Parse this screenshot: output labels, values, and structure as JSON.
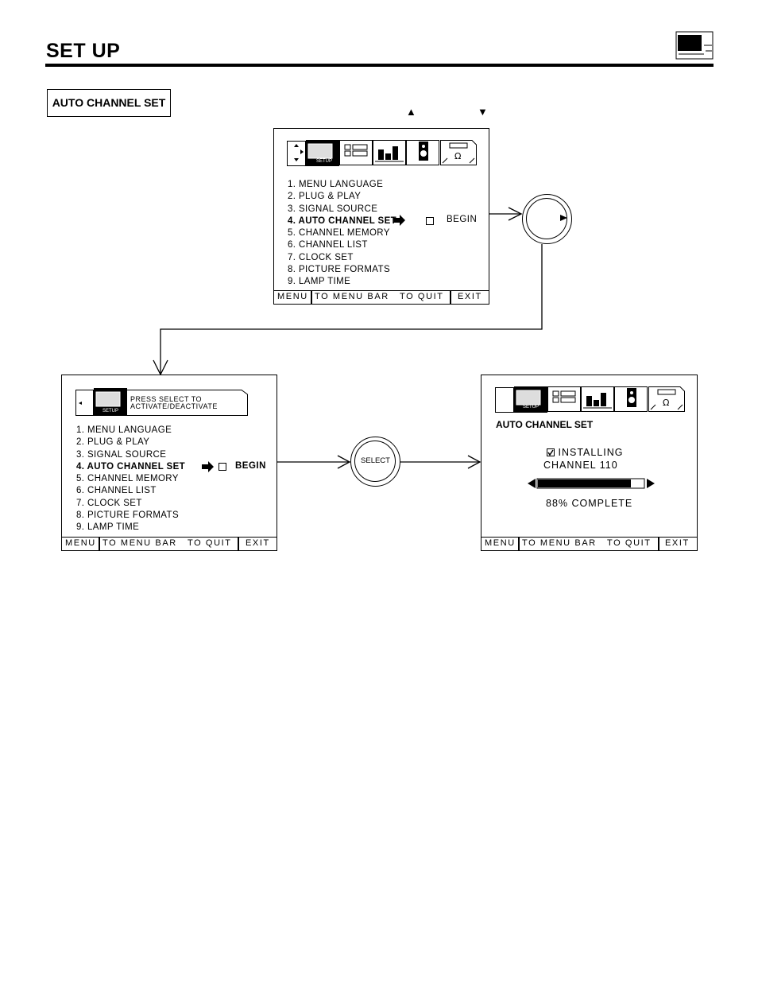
{
  "page": {
    "title": "SET UP"
  },
  "section": {
    "label": "AUTO CHANNEL SET"
  },
  "nav_arrows": {
    "up": "▲",
    "down": "▼"
  },
  "menu_items": [
    "1. MENU LANGUAGE",
    "2. PLUG & PLAY",
    "3. SIGNAL SOURCE",
    "4. AUTO CHANNEL SET",
    "5. CHANNEL MEMORY",
    "6. CHANNEL LIST",
    "7. CLOCK SET",
    "8. PICTURE FORMATS",
    "9. LAMP TIME"
  ],
  "begin_label": "BEGIN",
  "tab_label": "SETUP",
  "footer": {
    "menu": "MENU",
    "to_menu_bar": "TO MENU BAR",
    "to_quit": "TO QUIT",
    "exit": "EXIT"
  },
  "screen2": {
    "hint_line1": "PRESS SELECT TO",
    "hint_line2": "ACTIVATE/DEACTIVATE"
  },
  "select_button": {
    "label": "SELECT"
  },
  "screen3": {
    "heading": "AUTO CHANNEL SET",
    "status": "INSTALLING",
    "channel": "CHANNEL 110",
    "progress": 0.88,
    "progress_text": "88% COMPLETE"
  },
  "icons": [
    "tv-setup-icon",
    "pip-chip-icon",
    "picture-bars-icon",
    "speaker-audio-icon",
    "customize-icon",
    "monitor-icon"
  ]
}
